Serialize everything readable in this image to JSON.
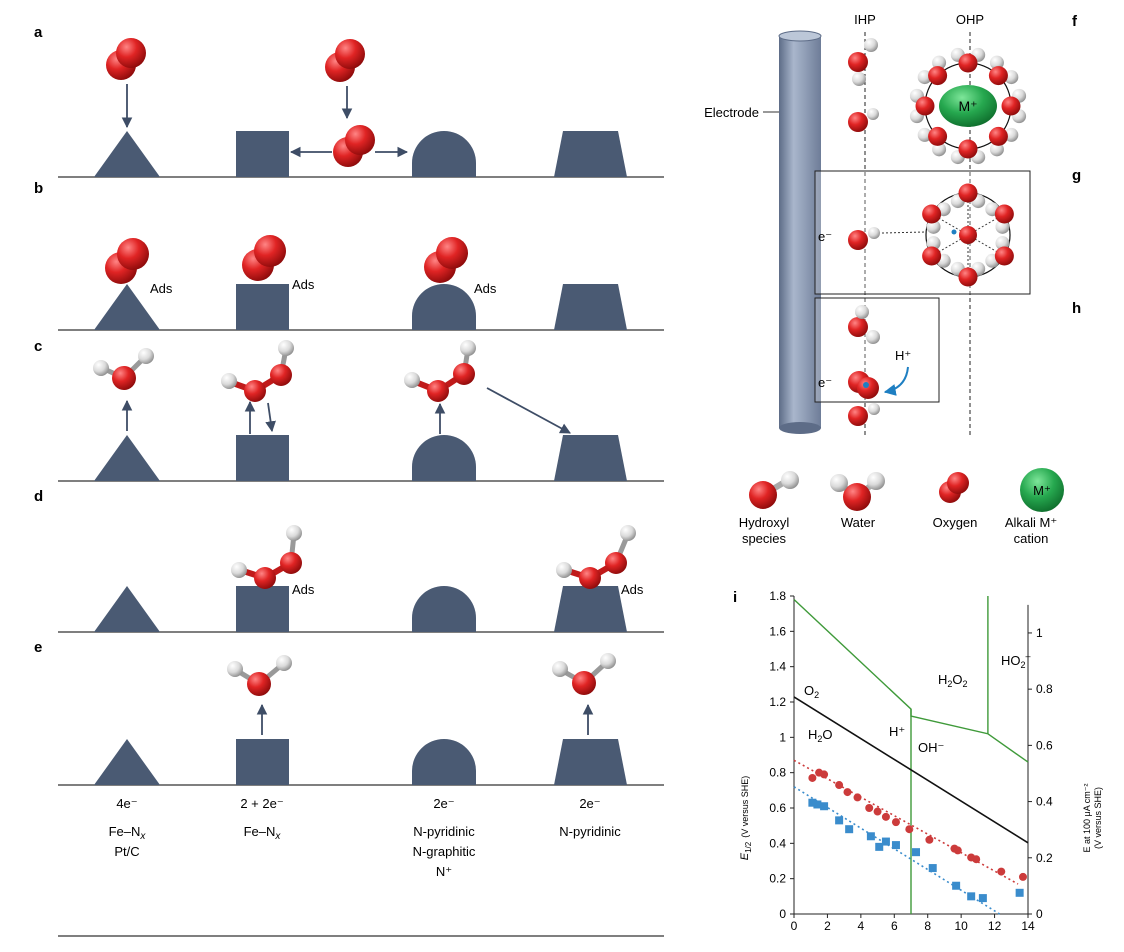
{
  "panels": {
    "a": "a",
    "b": "b",
    "c": "c",
    "d": "d",
    "e": "e",
    "f": "f",
    "g": "g",
    "h": "h",
    "i": "i"
  },
  "ads_label": "Ads",
  "bottom_labels": [
    {
      "top": "4e⁻",
      "lines": [
        "Fe–N",
        "Pt/C"
      ],
      "sub": "x"
    },
    {
      "top": "2 + 2e⁻",
      "lines": [
        "Fe–N"
      ],
      "sub": "x"
    },
    {
      "top": "2e⁻",
      "lines": [
        "N-pyridinic",
        "N-graphitic",
        "N⁺"
      ]
    },
    {
      "top": "2e⁻",
      "lines": [
        "N-pyridinic"
      ]
    }
  ],
  "diagram": {
    "ihp": "IHP",
    "ohp": "OHP",
    "electrode": "Electrode",
    "plus": "+",
    "electron": "e⁻",
    "hplus": "H⁺",
    "cation": "M⁺"
  },
  "legend": {
    "hydroxyl": [
      "Hydroxyl",
      "species"
    ],
    "water": "Water",
    "oxygen": "Oxygen",
    "alkali": [
      "Alkali M⁺",
      "cation"
    ]
  },
  "colors": {
    "shape": "#4a5a73",
    "oxygen": "#d42020",
    "hydrogen": "#d8d8d8",
    "cation": "#1f9e4a",
    "pourbaix": "#3f9a3a",
    "series_red": "#cc3b3b",
    "series_blue": "#3a8ccc"
  },
  "chart_data": {
    "type": "scatter",
    "xlim": [
      0,
      14
    ],
    "ylim": [
      0,
      1.8
    ],
    "ylim_right": [
      0,
      1.1
    ],
    "x_ticks": [
      0,
      2,
      4,
      6,
      8,
      10,
      12,
      14
    ],
    "y_ticks": [
      0,
      0.2,
      0.4,
      0.6,
      0.8,
      1,
      1.2,
      1.4,
      1.6,
      1.8
    ],
    "y_ticks_right": [
      0,
      0.2,
      0.4,
      0.6,
      0.8,
      1
    ],
    "ylabel_main": "E",
    "ylabel_sub": "1/2",
    "ylabel_unit": "(V versus SHE)",
    "ylabel_right": [
      "E at 100 μA cm⁻²",
      "(V versus SHE)"
    ],
    "regions": {
      "o2": "O",
      "o2sub": "2",
      "h2o": "H",
      "h2osub": "2",
      "h2oend": "O",
      "hplus": "H⁺",
      "ohminus": "OH⁻",
      "h2o2": "H",
      "h2o2a": "2",
      "h2o2b": "O",
      "h2o2c": "2",
      "ho2": "HO",
      "ho2sub": "2",
      "ho2sup": "–"
    },
    "lines": {
      "o2_h2o": [
        [
          0,
          1.229
        ],
        [
          14,
          0.403
        ]
      ],
      "upper": [
        [
          0,
          1.78
        ],
        [
          7,
          1.16
        ],
        [
          7,
          1.12
        ],
        [
          11.6,
          1.02
        ],
        [
          11.6,
          1.8
        ]
      ],
      "upper_end": [
        [
          11.6,
          1.02
        ],
        [
          14,
          0.86
        ]
      ],
      "vertical_ph": [
        [
          7,
          0
        ],
        [
          7,
          1.16
        ]
      ]
    },
    "series": [
      {
        "values": [
          [
            1.1,
            0.77
          ],
          [
            1.5,
            0.8
          ],
          [
            1.8,
            0.79
          ],
          [
            2.7,
            0.73
          ],
          [
            3.2,
            0.69
          ],
          [
            3.8,
            0.66
          ],
          [
            4.5,
            0.6
          ],
          [
            5.0,
            0.58
          ],
          [
            5.5,
            0.55
          ],
          [
            6.1,
            0.52
          ],
          [
            6.9,
            0.48
          ],
          [
            8.1,
            0.42
          ],
          [
            9.6,
            0.37
          ],
          [
            9.8,
            0.36
          ],
          [
            10.6,
            0.32
          ],
          [
            10.9,
            0.31
          ],
          [
            12.4,
            0.24
          ],
          [
            13.7,
            0.21
          ]
        ],
        "fit": [
          [
            0,
            0.87
          ],
          [
            13.4,
            0.17
          ]
        ]
      },
      {
        "values": [
          [
            1.1,
            0.63
          ],
          [
            1.4,
            0.62
          ],
          [
            1.8,
            0.61
          ],
          [
            2.7,
            0.53
          ],
          [
            3.3,
            0.48
          ],
          [
            4.6,
            0.44
          ],
          [
            5.1,
            0.38
          ],
          [
            5.5,
            0.41
          ],
          [
            6.1,
            0.39
          ],
          [
            7.3,
            0.35
          ],
          [
            8.3,
            0.26
          ],
          [
            9.7,
            0.16
          ],
          [
            10.6,
            0.1
          ],
          [
            11.3,
            0.09
          ],
          [
            13.5,
            0.12
          ]
        ],
        "fit": [
          [
            0,
            0.72
          ],
          [
            12.3,
            0
          ]
        ]
      }
    ]
  }
}
